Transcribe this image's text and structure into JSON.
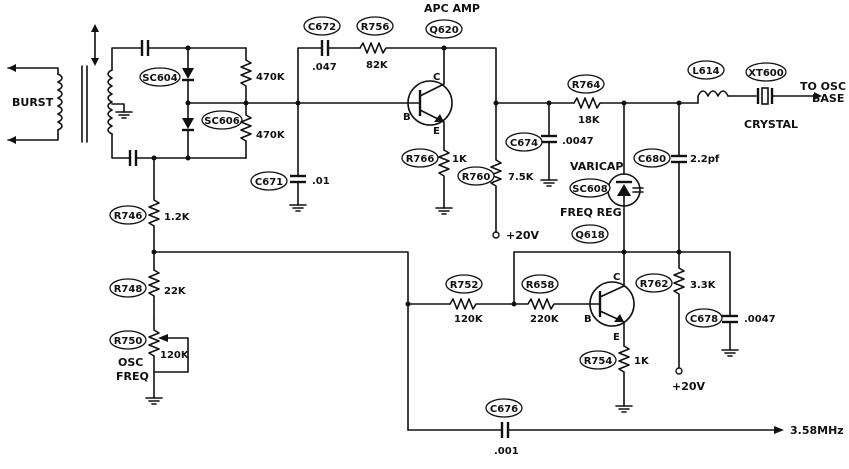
{
  "labels": {
    "burst": "BURST",
    "apc_amp": "APC AMP",
    "varicap": "VARICAP",
    "freq_reg": "FREQ REG",
    "crystal": "CRYSTAL",
    "to_osc_1": "TO OSC",
    "to_osc_2": "BASE",
    "osc": "OSC",
    "freq": "FREQ",
    "plus20_a": "+20V",
    "plus20_b": "+20V",
    "out_freq": "3.58MHz"
  },
  "components": {
    "SC604": {
      "ref": "SC604"
    },
    "SC606": {
      "ref": "SC606"
    },
    "R470a": {
      "value": "470K"
    },
    "R470b": {
      "value": "470K"
    },
    "C672": {
      "ref": "C672",
      "value": ".047"
    },
    "R756": {
      "ref": "R756",
      "value": "82K"
    },
    "Q620": {
      "ref": "Q620"
    },
    "C671": {
      "ref": "C671",
      "value": ".01"
    },
    "R766": {
      "ref": "R766",
      "value": "1K"
    },
    "R760": {
      "ref": "R760",
      "value": "7.5K"
    },
    "C674": {
      "ref": "C674",
      "value": ".0047"
    },
    "R764": {
      "ref": "R764",
      "value": "18K"
    },
    "L614": {
      "ref": "L614"
    },
    "XT600": {
      "ref": "XT600"
    },
    "C680": {
      "ref": "C680",
      "value": "2.2pf"
    },
    "SC608": {
      "ref": "SC608"
    },
    "Q618": {
      "ref": "Q618"
    },
    "R762": {
      "ref": "R762",
      "value": "3.3K"
    },
    "C678": {
      "ref": "C678",
      "value": ".0047"
    },
    "R746": {
      "ref": "R746",
      "value": "1.2K"
    },
    "R748": {
      "ref": "R748",
      "value": "22K"
    },
    "R750": {
      "ref": "R750",
      "value": "120K"
    },
    "R752": {
      "ref": "R752",
      "value": "120K"
    },
    "R658": {
      "ref": "R658",
      "value": "220K"
    },
    "R754": {
      "ref": "R754",
      "value": "1K"
    },
    "C676": {
      "ref": "C676",
      "value": ".001"
    }
  },
  "pins": {
    "b": "B",
    "c": "C",
    "e": "E"
  }
}
